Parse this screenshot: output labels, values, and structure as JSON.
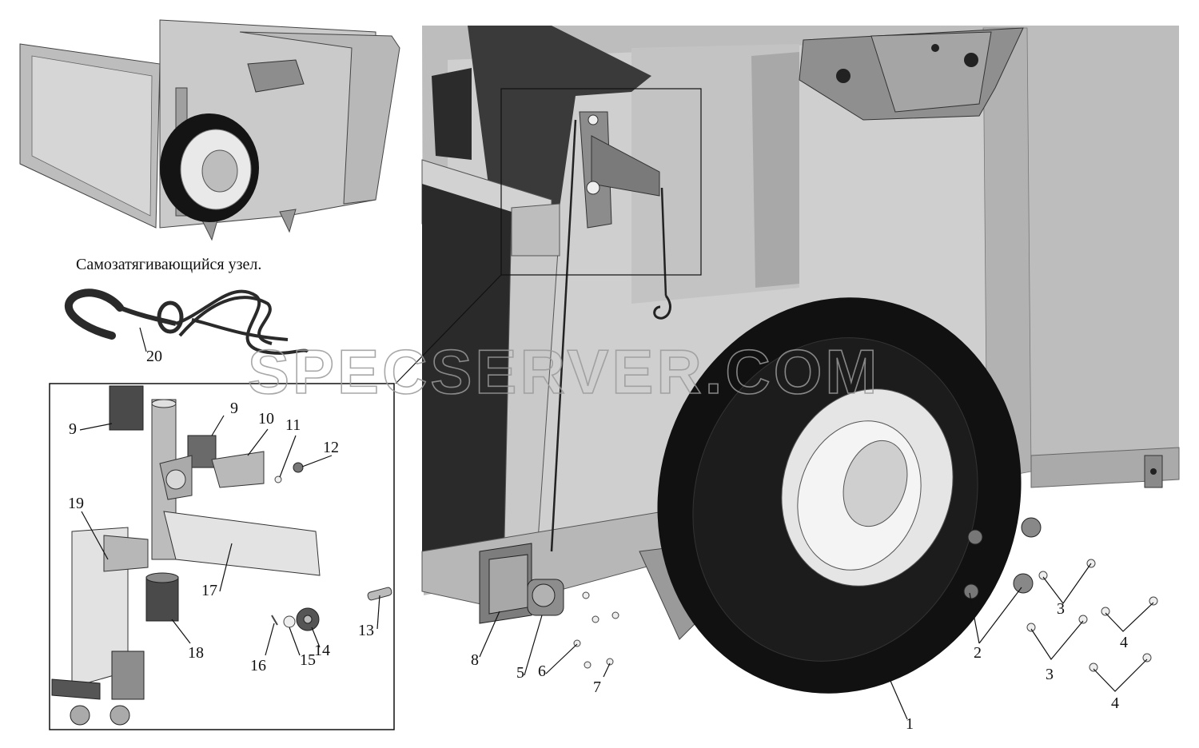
{
  "caption": "Самозатягивающийся узел.",
  "watermark": "SPECSERVER.COM",
  "callouts": {
    "c1": "1",
    "c2": "2",
    "c3a": "3",
    "c3b": "3",
    "c4a": "4",
    "c4b": "4",
    "c5": "5",
    "c6": "6",
    "c7": "7",
    "c8": "8",
    "c9a": "9",
    "c9b": "9",
    "c10": "10",
    "c11": "11",
    "c12": "12",
    "c13": "13",
    "c14": "14",
    "c15": "15",
    "c16": "16",
    "c17": "17",
    "c18": "18",
    "c19": "19",
    "c20": "20"
  },
  "colors": {
    "panel": "#cfcfcf",
    "panel_dark": "#9c9c9c",
    "tire": "#141414",
    "rim": "#e4e4e4",
    "bracket": "#555555",
    "line": "#111111"
  }
}
